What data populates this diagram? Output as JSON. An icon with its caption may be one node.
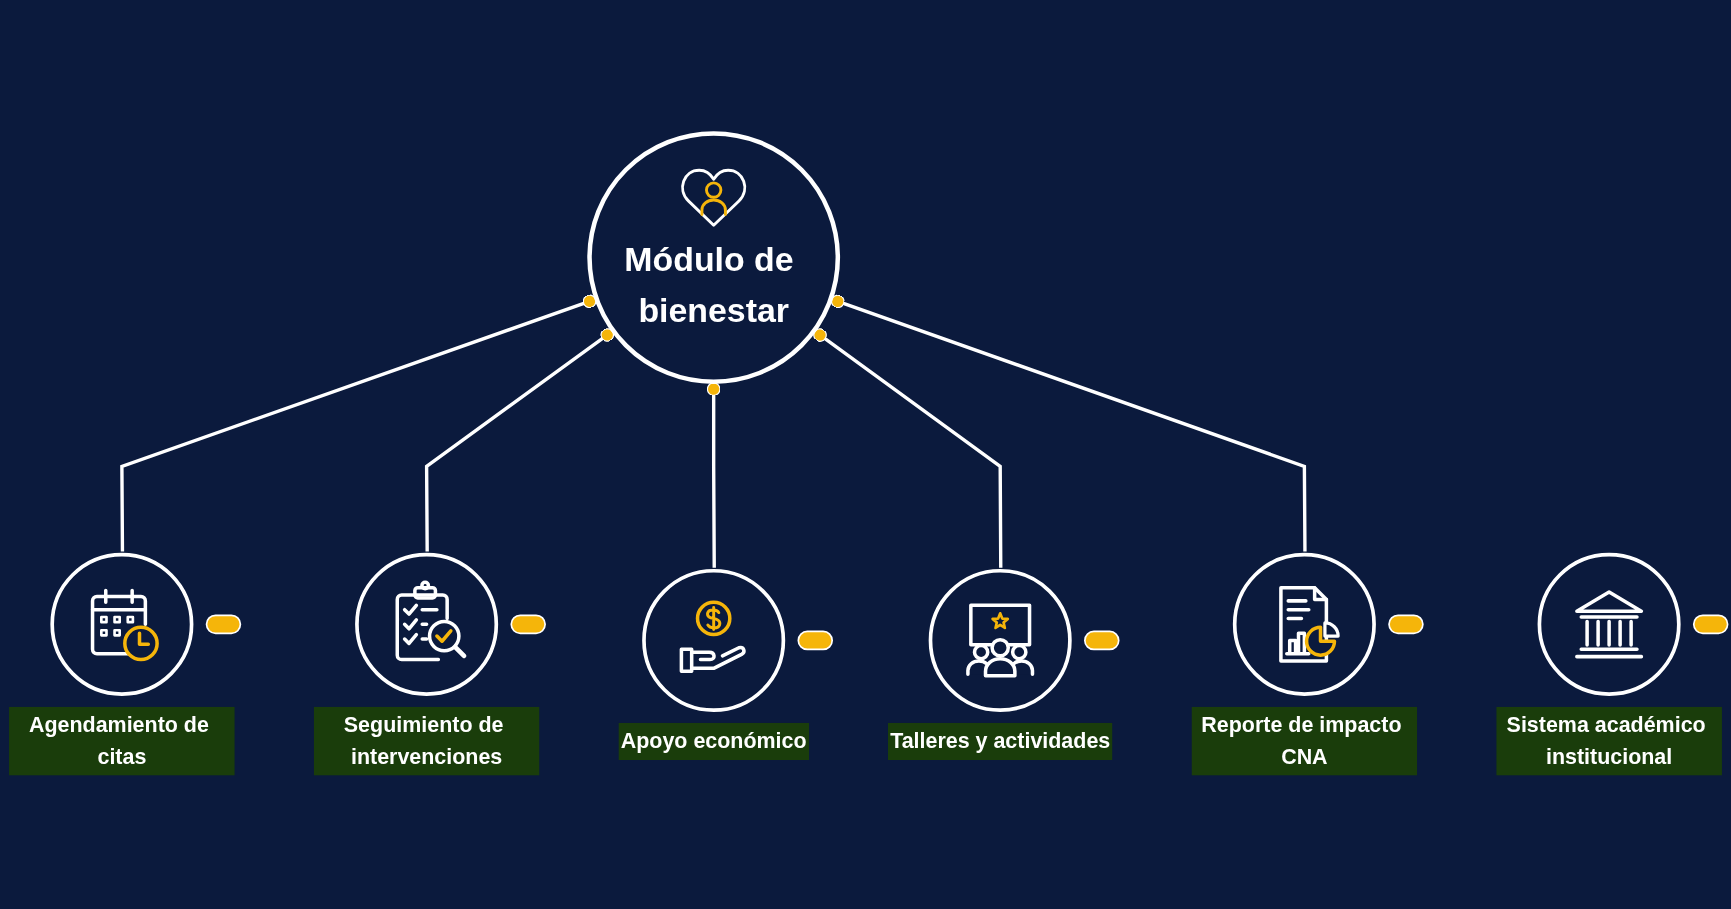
{
  "diagram": {
    "nodes": [
      {
        "text": [
          "Módulo de bienestar"
        ]
      },
      {
        "text": [
          "Agendamiento de citas"
        ]
      },
      {
        "text": [
          "Seguimiento de intervenciones"
        ]
      },
      {
        "text": [
          "Apoyo económico"
        ]
      },
      {
        "text": [
          "Talleres y actividades"
        ]
      },
      {
        "text": [
          "Reporte de impacto CNA"
        ]
      },
      {
        "text": [
          "Sistema académico institucional"
        ]
      }
    ],
    "edges": [
      {
        "from": 1,
        "to": 0,
        "arrow": "other"
      },
      {
        "from": 2,
        "to": 0,
        "arrow": "other"
      },
      {
        "from": 3,
        "to": 0,
        "arrow": "other"
      },
      {
        "from": 4,
        "to": 0,
        "arrow": "other"
      },
      {
        "from": 5,
        "to": 0,
        "arrow": "other"
      }
    ]
  }
}
